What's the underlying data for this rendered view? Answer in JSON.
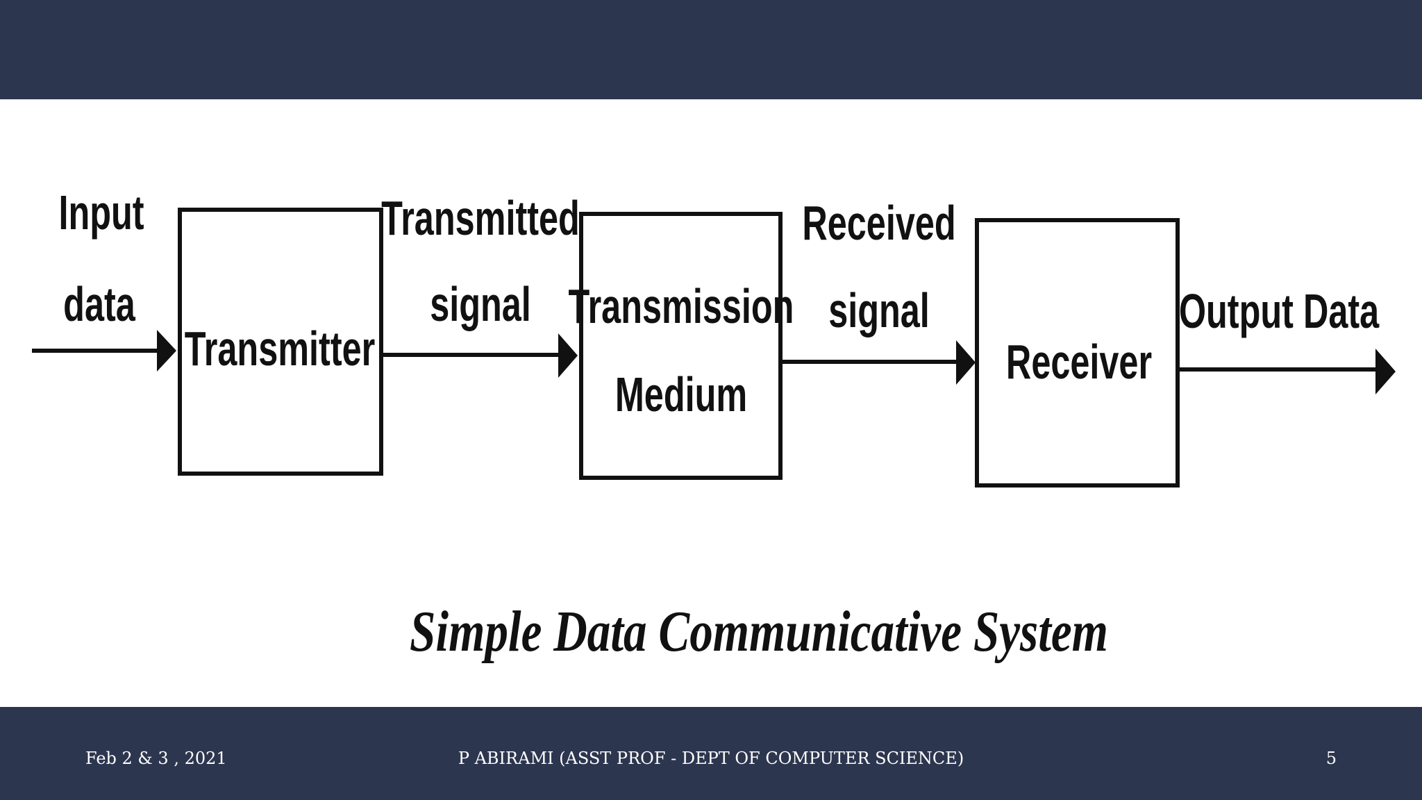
{
  "theme": {
    "band_color": "#2d364f",
    "footer_text_color": "#ffffff",
    "diagram_color": "#111111"
  },
  "diagram": {
    "nodes": [
      {
        "id": "transmitter",
        "lines": [
          "Transmitter"
        ]
      },
      {
        "id": "medium",
        "lines": [
          "Transmission",
          "Medium"
        ]
      },
      {
        "id": "receiver",
        "lines": [
          "Receiver"
        ]
      }
    ],
    "edges": [
      {
        "from": "",
        "to": "transmitter",
        "lines": [
          "Input",
          "data"
        ]
      },
      {
        "from": "transmitter",
        "to": "medium",
        "lines": [
          "Transmitted",
          "signal"
        ]
      },
      {
        "from": "medium",
        "to": "receiver",
        "lines": [
          "Received",
          "signal"
        ]
      },
      {
        "from": "receiver",
        "to": "",
        "lines": [
          "Output Data"
        ]
      }
    ],
    "caption": "Simple Data Communicative System"
  },
  "footer": {
    "date": "Feb 2 & 3 , 2021",
    "author": "P ABIRAMI (ASST PROF - DEPT OF COMPUTER SCIENCE)",
    "page": "5"
  }
}
